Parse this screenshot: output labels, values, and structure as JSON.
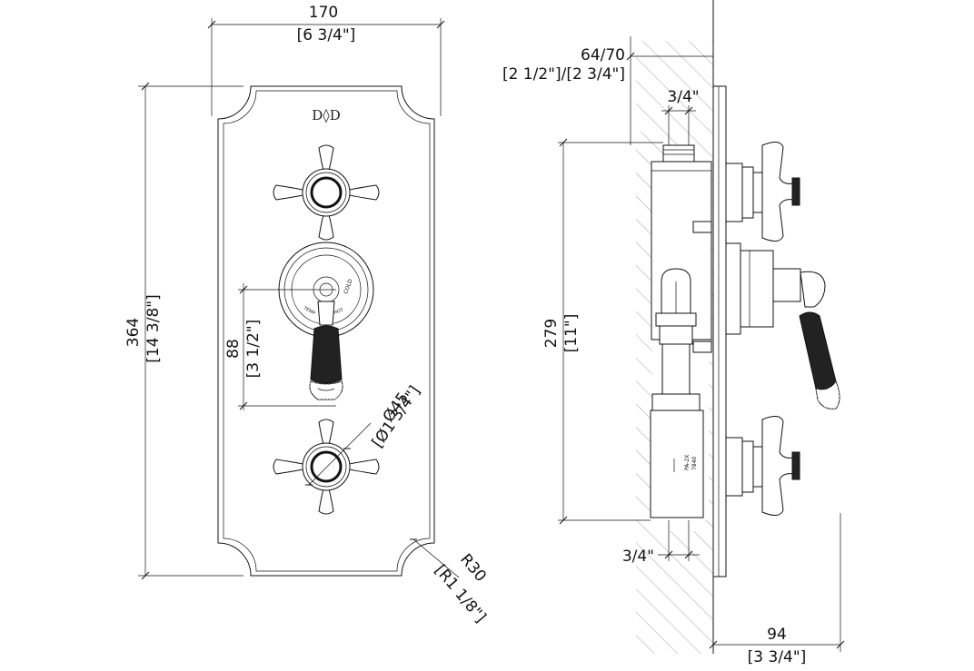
{
  "front_view": {
    "logo_text": "D◊D",
    "width_mm": "170",
    "width_in": "[6 3/4\"]",
    "height_mm": "364",
    "height_in": "[14 3/8\"]",
    "spacing_mm": "88",
    "spacing_in": "[3 1/2\"]",
    "diameter_mm": "Ø45",
    "diameter_in": "[Ø1 3/4\"]",
    "radius_mm": "R30",
    "radius_in": "[R1 1/8\"]",
    "dial_labels": {
      "cold": "COLD",
      "temp": "TEMP",
      "hot": "HOT"
    }
  },
  "side_view": {
    "depth_mm": "64/70",
    "depth_in": "[2 1/2\"]/[2 3/4\"]",
    "top_thread": "3/4\"",
    "height_mm": "279",
    "height_in": "[11\"]",
    "bottom_thread": "3/4\"",
    "projection_mm": "94",
    "projection_in": "[3 3/4\"]",
    "valve_marking_1": "PA-2X",
    "valve_marking_2": "7840"
  }
}
